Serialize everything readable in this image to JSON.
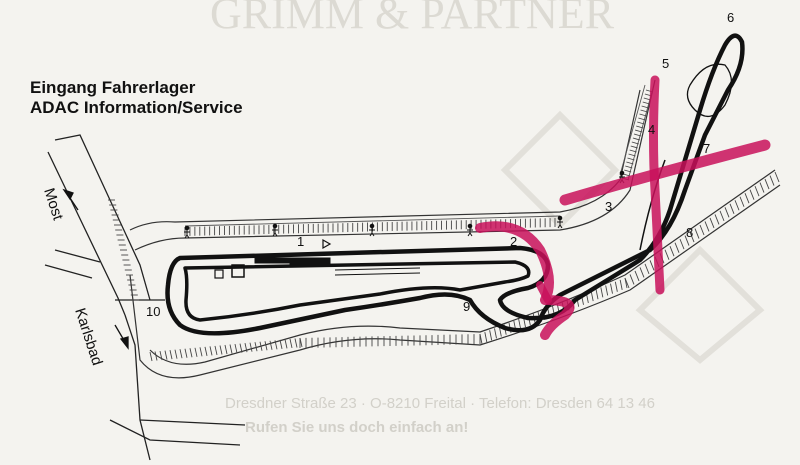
{
  "headings": {
    "line1": "Eingang Fahrerlager",
    "line2": "ADAC Information/Service"
  },
  "road_labels": {
    "most": "Most",
    "karlsbad": "Karlsbad"
  },
  "corners": [
    "1",
    "2",
    "3",
    "4",
    "5",
    "6",
    "7",
    "8",
    "9",
    "10"
  ],
  "background_text": {
    "top": "GRIMM & PARTNER",
    "bottom1": "Dresdner Straße 23 · O-8210 Freital · Telefon: Dresden 64 13 46",
    "bottom2": "Rufen Sie uns doch einfach an!"
  },
  "colors": {
    "track": "#111111",
    "marker": "#c8105a",
    "paper": "#f4f3ef",
    "watermark": "#d9d7d0"
  }
}
